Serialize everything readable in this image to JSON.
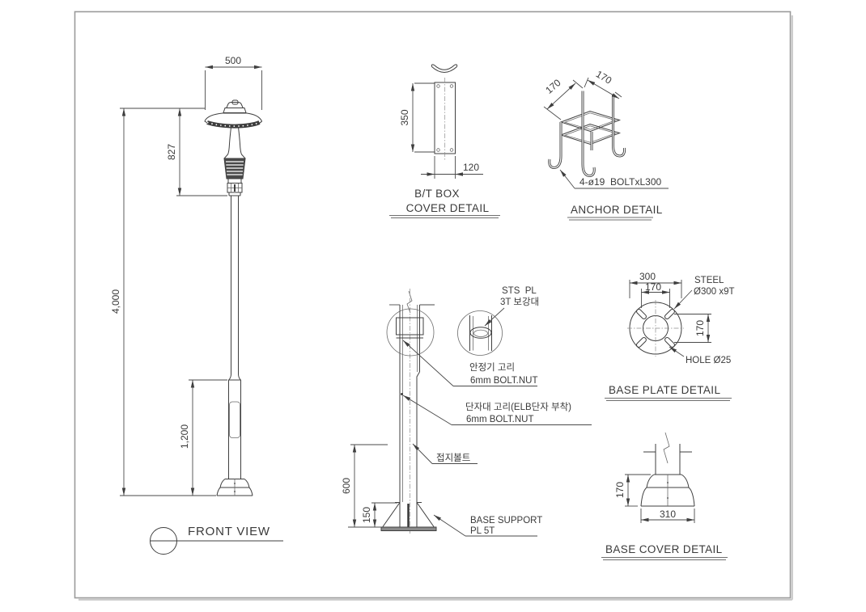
{
  "front_view": {
    "label": "FRONT VIEW",
    "dim_width": "500",
    "dim_head": "827",
    "dim_total": "4,000",
    "dim_lower": "1,200"
  },
  "bt_box": {
    "title1": "B/T BOX",
    "title2": "COVER DETAIL",
    "dim_height": "350",
    "dim_width": "120"
  },
  "anchor": {
    "title": "ANCHOR DETAIL",
    "note": "4-ø19  BOLTxL300",
    "dim_left": "170",
    "dim_right": "170"
  },
  "pole_section": {
    "sts1": "STS  PL",
    "sts2": "3T 보강대",
    "ballast1": "안정기 고리",
    "ballast2": "6mm BOLT.NUT",
    "terminal1": "단자대 고리(ELB단자 부착)",
    "terminal2": "6mm BOLT.NUT",
    "ground": "접지볼트",
    "support1": "BASE SUPPORT",
    "support2": "PL 5T",
    "dim_support": "600",
    "dim_gusset": "150"
  },
  "base_plate": {
    "title": "BASE PLATE DETAIL",
    "steel1": "STEEL",
    "steel2": "Ø300 x9T",
    "hole": "HOLE Ø25",
    "dim_outer": "300",
    "dim_bolt_h": "170",
    "dim_bolt_v": "170"
  },
  "base_cover": {
    "title": "BASE COVER DETAIL",
    "dim_height": "170",
    "dim_width": "310"
  }
}
